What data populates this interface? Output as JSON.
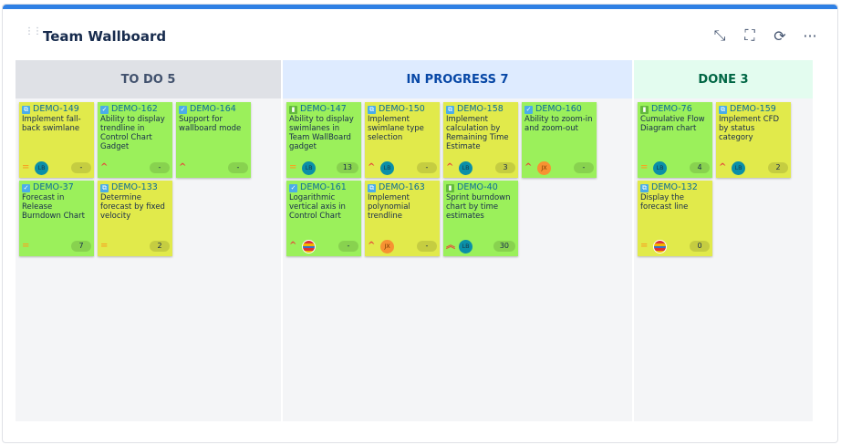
{
  "header": {
    "title": "Team Wallboard",
    "tools": [
      {
        "name": "minimize",
        "glyph": "⤡"
      },
      {
        "name": "fullscreen",
        "glyph": "⛶"
      },
      {
        "name": "refresh",
        "glyph": "⟳"
      },
      {
        "name": "more",
        "glyph": "···"
      }
    ]
  },
  "colors": {
    "accent": "#2f80e4",
    "card_yellow": "#e1ea4b",
    "card_green": "#9bf05b",
    "todo_header": "#dfe1e6",
    "inprogress_header": "#deebff",
    "done_header": "#e3fcef"
  },
  "columns": [
    {
      "label": "TO DO 5",
      "color": "#42526e",
      "bg": "#dfe1e6",
      "cards": [
        {
          "key": "DEMO-149",
          "summary": "Implement fall-back swimlane",
          "type": "subtask",
          "color": "yellow",
          "priority": "medium",
          "assignee": "LB",
          "estimate": "-"
        },
        {
          "key": "DEMO-162",
          "summary": "Ability to display trendline in Control Chart Gadget",
          "type": "task",
          "color": "green",
          "priority": "high",
          "assignee": "",
          "estimate": "-"
        },
        {
          "key": "DEMO-164",
          "summary": "Support for wallboard mode",
          "type": "task",
          "color": "green",
          "priority": "high",
          "assignee": "",
          "estimate": "-"
        },
        {
          "key": "DEMO-37",
          "summary": "Forecast in Release Burndown Chart",
          "type": "task",
          "color": "green",
          "priority": "medium",
          "assignee": "",
          "estimate": "7"
        },
        {
          "key": "DEMO-133",
          "summary": "Determine forecast by fixed velocity",
          "type": "subtask",
          "color": "yellow",
          "priority": "medium",
          "assignee": "",
          "estimate": "2"
        }
      ]
    },
    {
      "label": "IN PROGRESS 7",
      "color": "#0747a6",
      "bg": "#deebff",
      "cards": [
        {
          "key": "DEMO-147",
          "summary": "Ability to display swimlanes in Team WallBoard gadget",
          "type": "story",
          "color": "green",
          "priority": "medium",
          "assignee": "LB",
          "estimate": "13"
        },
        {
          "key": "DEMO-150",
          "summary": "Implement swimlane type selection",
          "type": "subtask",
          "color": "yellow",
          "priority": "high",
          "assignee": "LB",
          "estimate": "-"
        },
        {
          "key": "DEMO-158",
          "summary": "Implement calculation by Remaining Time Estimate",
          "type": "subtask",
          "color": "yellow",
          "priority": "high",
          "assignee": "LB",
          "estimate": "3"
        },
        {
          "key": "DEMO-160",
          "summary": "Ability to zoom-in and zoom-out",
          "type": "task",
          "color": "green",
          "priority": "high",
          "assignee": "JX",
          "estimate": "-"
        },
        {
          "key": "DEMO-161",
          "summary": "Logarithmic vertical axis in Control Chart",
          "type": "task",
          "color": "green",
          "priority": "high",
          "assignee": "multi",
          "estimate": "-"
        },
        {
          "key": "DEMO-163",
          "summary": "Implement polynomial trendline",
          "type": "subtask",
          "color": "yellow",
          "priority": "high",
          "assignee": "JX",
          "estimate": "-"
        },
        {
          "key": "DEMO-40",
          "summary": "Sprint burndown chart by time estimates",
          "type": "story",
          "color": "green",
          "priority": "highest",
          "assignee": "LB",
          "estimate": "30"
        }
      ]
    },
    {
      "label": "DONE 3",
      "color": "#006644",
      "bg": "#e3fcef",
      "cards": [
        {
          "key": "DEMO-76",
          "summary": "Cumulative Flow Diagram chart",
          "type": "story",
          "color": "green",
          "priority": "medium",
          "assignee": "LB",
          "estimate": "4"
        },
        {
          "key": "DEMO-159",
          "summary": "Implement CFD by status category",
          "type": "subtask",
          "color": "yellow",
          "priority": "high",
          "assignee": "LB",
          "estimate": "2"
        },
        {
          "key": "DEMO-132",
          "summary": "Display the forecast line",
          "type": "subtask",
          "color": "yellow",
          "priority": "medium",
          "assignee": "multi",
          "estimate": "0"
        }
      ]
    }
  ]
}
